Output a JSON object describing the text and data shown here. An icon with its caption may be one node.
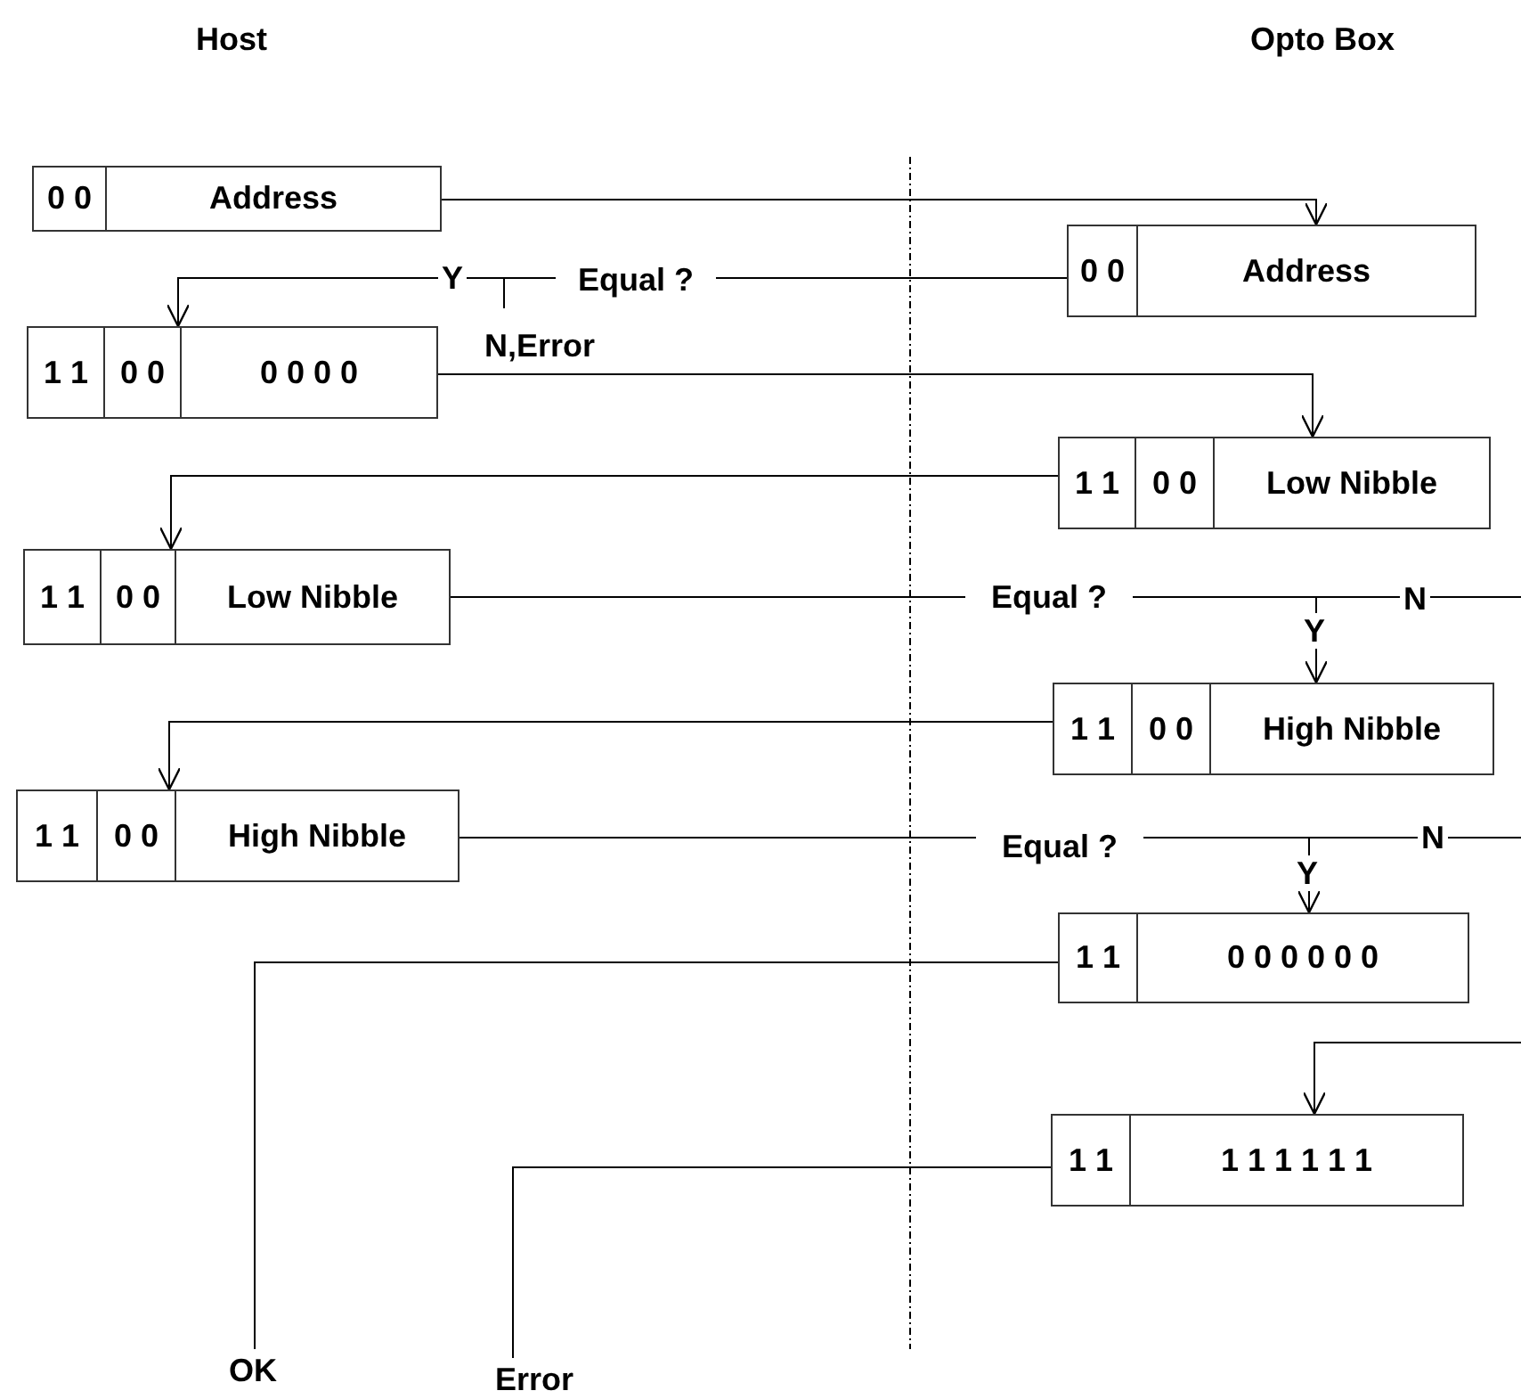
{
  "diagram": {
    "nodes": [
      {
        "text": [
          "0 0",
          "Address"
        ]
      },
      {
        "text": [
          "0 0",
          "Address"
        ]
      },
      {
        "text": [
          "Equal ?"
        ]
      },
      {
        "text": [
          "1 1",
          "0 0",
          "0 0 0 0"
        ]
      },
      {
        "text": [
          "1 1",
          "0 0",
          "Low Nibble"
        ]
      },
      {
        "text": [
          "1 1",
          "0 0",
          "Low Nibble"
        ]
      },
      {
        "text": [
          "Equal ?"
        ]
      },
      {
        "text": [
          "1 1",
          "0 0",
          "High Nibble"
        ]
      },
      {
        "text": [
          "1 1",
          "0 0",
          "High Nibble"
        ]
      },
      {
        "text": [
          "Equal ?"
        ]
      },
      {
        "text": [
          "1 1",
          "0 0 0 0 0 0"
        ]
      },
      {
        "text": [
          "1 1",
          "1 1 1 1 1 1"
        ]
      },
      {
        "text": [
          "OK"
        ]
      },
      {
        "text": [
          "Error"
        ]
      }
    ],
    "edges": [
      {
        "from": 0,
        "to": 1,
        "arrow": "to"
      },
      {
        "from": 1,
        "to": 2,
        "arrow": "none"
      },
      {
        "from": 2,
        "to": 3,
        "arrow": "to",
        "label": "Y"
      },
      {
        "from": 2,
        "to": null,
        "arrow": "none",
        "label": "N,Error"
      },
      {
        "from": 3,
        "to": 4,
        "arrow": "to"
      },
      {
        "from": 4,
        "to": 5,
        "arrow": "to"
      },
      {
        "from": 5,
        "to": 6,
        "arrow": "none"
      },
      {
        "from": 6,
        "to": 7,
        "arrow": "to",
        "label": "Y"
      },
      {
        "from": 6,
        "to": null,
        "arrow": "none",
        "label": "N"
      },
      {
        "from": 7,
        "to": 8,
        "arrow": "to"
      },
      {
        "from": 8,
        "to": 9,
        "arrow": "none"
      },
      {
        "from": 9,
        "to": 10,
        "arrow": "to",
        "label": "Y"
      },
      {
        "from": 9,
        "to": null,
        "arrow": "none",
        "label": "N"
      },
      {
        "from": null,
        "to": 11,
        "arrow": "to"
      },
      {
        "from": 10,
        "to": 12,
        "arrow": "none"
      },
      {
        "from": 11,
        "to": 13,
        "arrow": "none"
      }
    ],
    "labels": [
      "Host",
      "Opto Box"
    ]
  }
}
